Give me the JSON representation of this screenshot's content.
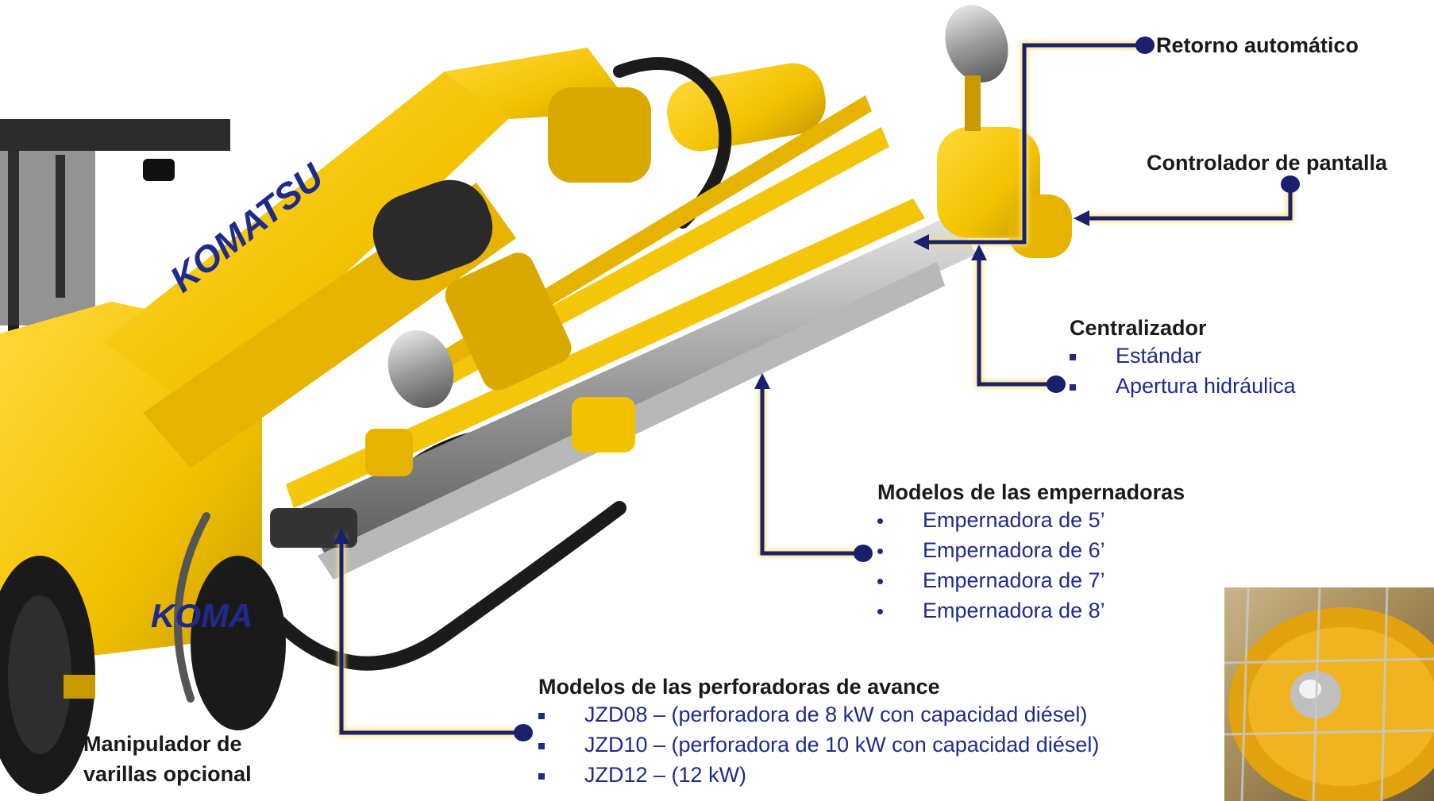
{
  "annotations": {
    "retorno": "Retorno automático",
    "controlador": "Controlador de pantalla",
    "centralizador": {
      "title": "Centralizador",
      "items": [
        "Estándar",
        "Apertura hidráulica"
      ]
    },
    "empernadoras": {
      "title": "Modelos de las empernadoras",
      "items": [
        "Empernadora de 5’",
        "Empernadora de 6’",
        "Empernadora de 7’",
        "Empernadora de 8’"
      ]
    },
    "perforadoras": {
      "title": "Modelos de las perforadoras de avance",
      "items": [
        "JZD08 – (perforadora de 8 kW con capacidad diésel)",
        "JZD10 – (perforadora de 10 kW con capacidad diésel)",
        "JZD12 – (12 kW)"
      ]
    },
    "manipulador": [
      "Manipulador de",
      "varillas opcional"
    ]
  },
  "brand": {
    "logo_text": "KOMATSU"
  },
  "colors": {
    "machine_yellow": "#f2c200",
    "callout_line": "#1a1f6e",
    "callout_glow": "#f7e27a",
    "text_blue": "#1f2a8c"
  }
}
